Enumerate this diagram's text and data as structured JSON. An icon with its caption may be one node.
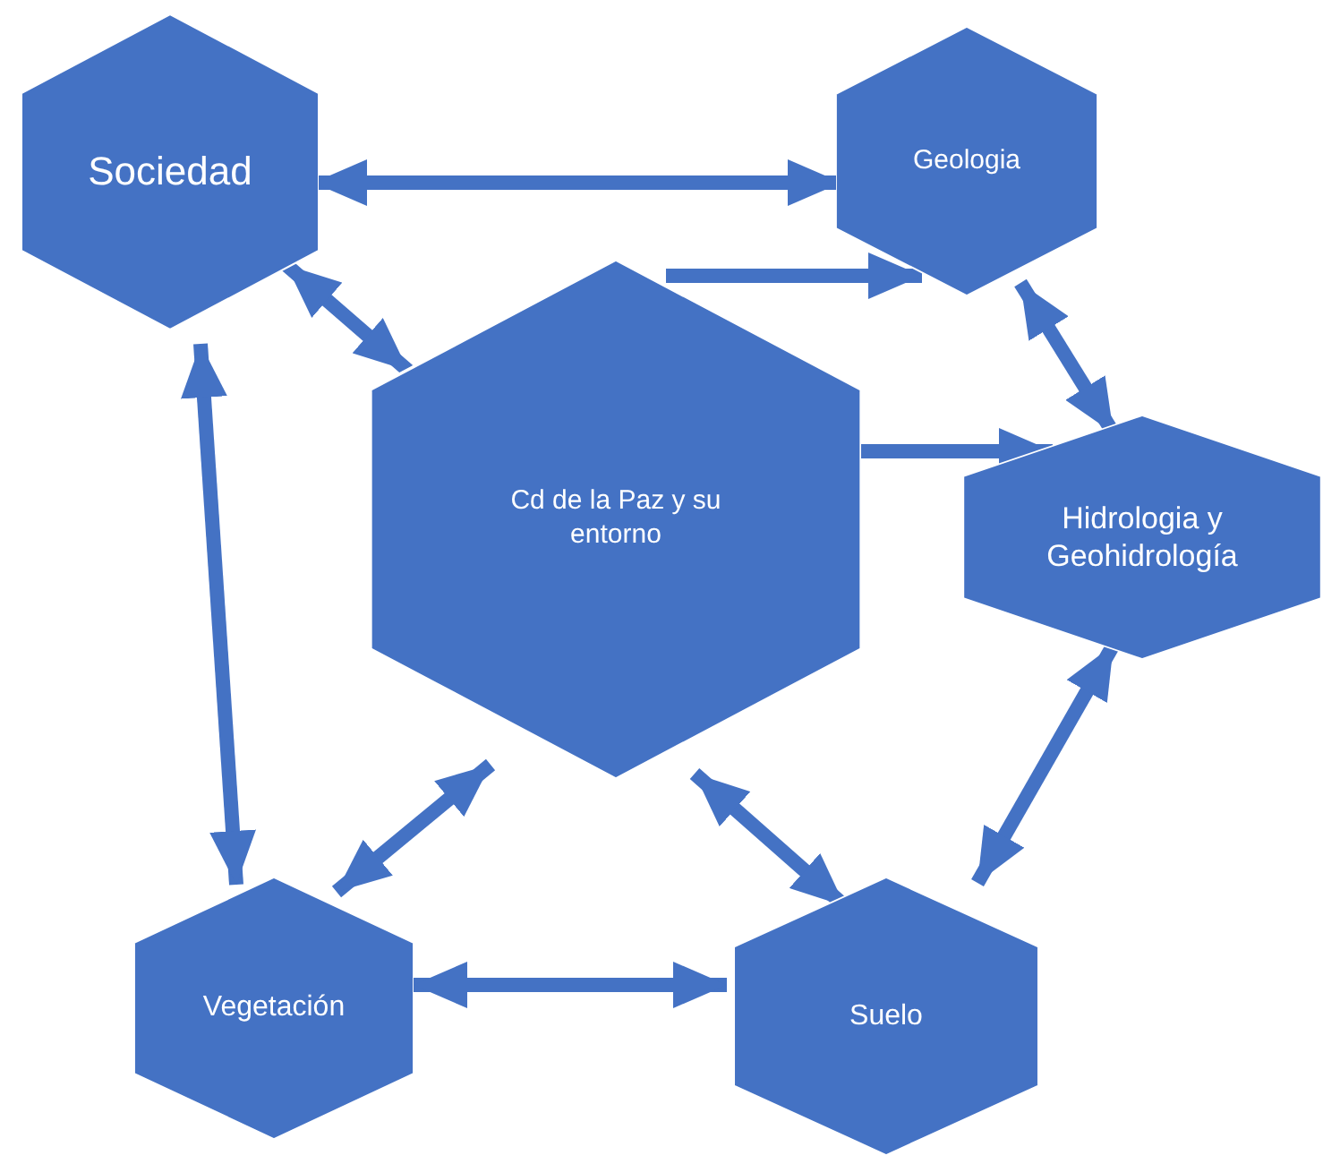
{
  "diagram": {
    "nodes": [
      {
        "text": [
          "Sociedad"
        ]
      },
      {
        "text": [
          "Geologia"
        ]
      },
      {
        "text": [
          "Cd de la Paz y su entorno"
        ]
      },
      {
        "text": [
          "Hidrologia y Geohidrología"
        ]
      },
      {
        "text": [
          "Vegetación"
        ]
      },
      {
        "text": [
          "Suelo"
        ]
      }
    ],
    "edges": [
      {
        "from": 0,
        "to": 1,
        "arrow": "both"
      },
      {
        "from": 2,
        "to": 1,
        "arrow": "to"
      },
      {
        "from": 2,
        "to": 3,
        "arrow": "to"
      },
      {
        "from": 0,
        "to": 2,
        "arrow": "both"
      },
      {
        "from": 0,
        "to": 4,
        "arrow": "both"
      },
      {
        "from": 2,
        "to": 4,
        "arrow": "both"
      },
      {
        "from": 2,
        "to": 5,
        "arrow": "both"
      },
      {
        "from": 3,
        "to": 5,
        "arrow": "both"
      },
      {
        "from": 1,
        "to": 3,
        "arrow": "both"
      },
      {
        "from": 4,
        "to": 5,
        "arrow": "both"
      }
    ]
  }
}
